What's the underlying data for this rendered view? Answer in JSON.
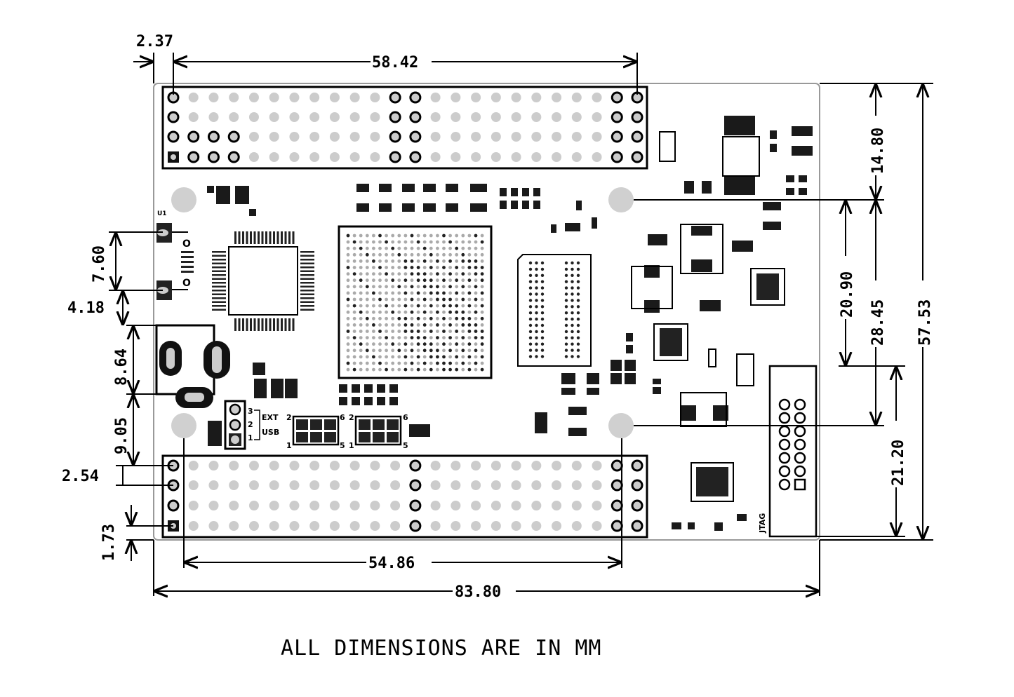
{
  "dimensions": {
    "top_offset": "2.37",
    "top_header_span": "58.42",
    "bottom_header_span": "54.86",
    "board_width": "83.80",
    "right_top_to_hole": "14.80",
    "right_hole_to_jtag": "20.90",
    "right_top_to_lower_hole": "28.45",
    "board_height": "57.53",
    "jtag_height": "21.20",
    "left_switch": "7.60",
    "left_gap": "4.18",
    "left_usb": "8.64",
    "left_usb_to_header": "9.05",
    "pin_pitch": "2.54",
    "header_bottom_offset": "1.73"
  },
  "silkscreen": {
    "switch_ref": "U1",
    "jumper_ext": "EXT",
    "jumper_usb": "USB",
    "jumper_pins": [
      "3",
      "2",
      "1"
    ],
    "jp_a": {
      "tl": "2",
      "tr": "6",
      "bl": "1",
      "br": "5"
    },
    "jp_b": {
      "tl": "2",
      "tr": "6",
      "bl": "1",
      "br": "5"
    },
    "jtag": "JTAG",
    "switch_marks": [
      "O",
      "O"
    ]
  },
  "footer_note": "ALL DIMENSIONS ARE IN MM",
  "colors": {
    "line": "#000000",
    "pad_gray": "#c8c8c8",
    "board_edge": "#999999",
    "hole": "#d0d0d0"
  }
}
